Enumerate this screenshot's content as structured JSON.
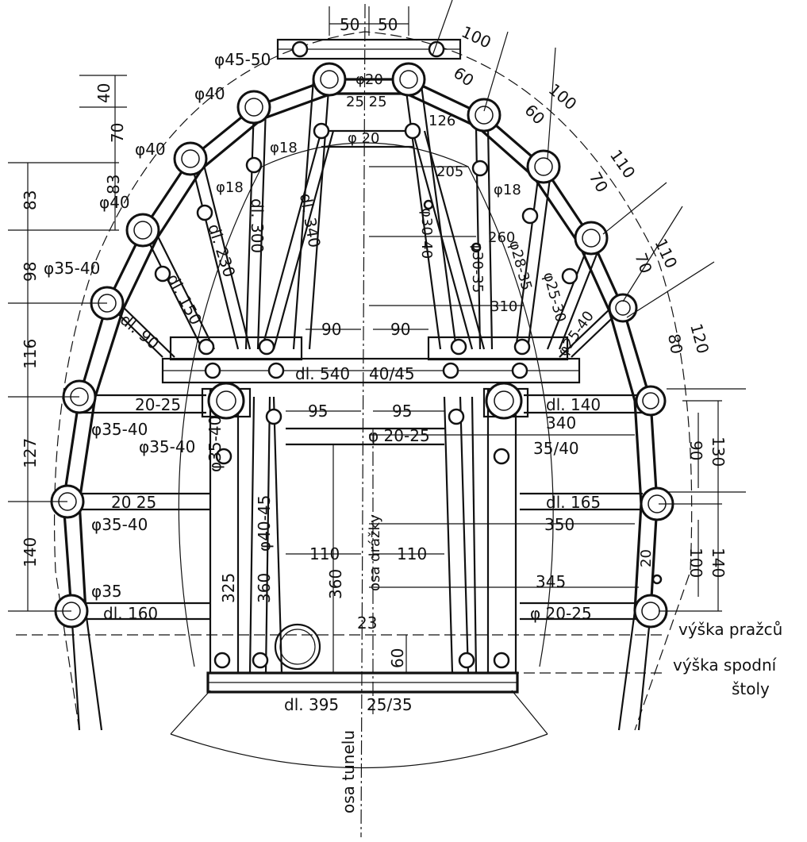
{
  "diagram": {
    "labels": {
      "top_w1": "50",
      "top_w2": "50",
      "c100a": "100",
      "c60a": "60",
      "c100b": "100",
      "c60b": "60",
      "c110a": "110",
      "c70a": "70",
      "c110b": "110",
      "c70b": "70",
      "c120": "120",
      "c80": "80",
      "d4550": "φ45-50",
      "d40a": "φ40",
      "d40b": "φ40",
      "d40c": "φ40",
      "d3540a": "φ35-40",
      "d3540b": "φ35-40",
      "d3540c": "φ35-40",
      "d3540d": "φ35-40",
      "d35": "φ35",
      "d20a": "φ20",
      "w2525": "25 25",
      "d20b": "φ 20",
      "d18a": "φ18",
      "d18b": "φ18",
      "d18c": "φ18",
      "n126": "126",
      "n205": "205",
      "n260": "260",
      "n310": "310",
      "d3040": "φ30-40",
      "d3035": "φ30-35",
      "d2835": "φ28-35",
      "d2530": "φ25-30",
      "d2540": "φ25-40",
      "dl300": "dl. 300",
      "dl340": "dl. 340",
      "dl230": "dl. 230",
      "dl150": "dl. 150",
      "dl90": "dl. 90",
      "n90a": "90",
      "n90b": "90",
      "dl540": "dl. 540",
      "s4045": "40/45",
      "n2025a": "20-25",
      "dl140": "dl. 140",
      "n95a": "95",
      "n95b": "95",
      "n340": "340",
      "s3540": "35/40",
      "d2025a": "φ 20-25",
      "n2025b": "20 25",
      "dl165": "dl. 165",
      "n350": "350",
      "d3540e": "φ35-40",
      "d4045": "φ40-45",
      "n110a": "110",
      "n110b": "110",
      "osa_drazky": "osa drážky",
      "n345": "345",
      "n325": "325",
      "n360a": "360",
      "n360b": "360",
      "n23": "23",
      "n60c": "60",
      "dl160": "dl. 160",
      "d2025b": "φ 20-25",
      "vyska_prazcu": "výška pražců",
      "vyska_spodni": "výška spodní",
      "stoly": "štoly",
      "dl395": "dl. 395",
      "s2535": "25/35",
      "osa_tunelu": "osa tunelu",
      "n20c": "20",
      "l40": "40",
      "l70": "70",
      "l83a": "83",
      "l83b": "83",
      "l98": "98",
      "l116": "116",
      "l127": "127",
      "l140a": "140",
      "r90": "90",
      "r130": "130",
      "r100": "100",
      "r140": "140"
    }
  }
}
